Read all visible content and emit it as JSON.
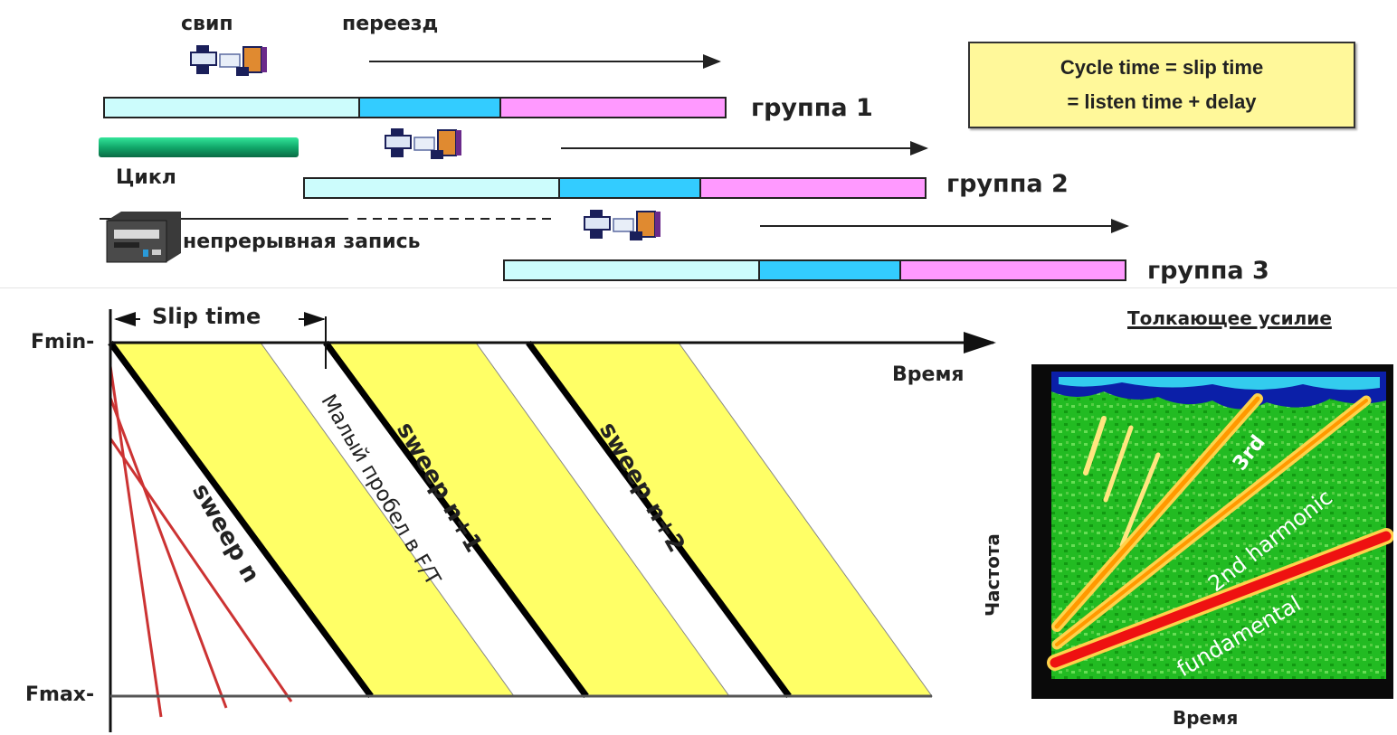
{
  "top_timeline": {
    "labels": {
      "sweep": "свип",
      "move": "переезд",
      "cycle": "Цикл",
      "continuous_recording": "непрерывная запись"
    },
    "groups": [
      {
        "label": "группа 1",
        "segments": [
          "sweep",
          "listen",
          "move"
        ]
      },
      {
        "label": "группа 2",
        "segments": [
          "sweep",
          "listen",
          "move"
        ]
      },
      {
        "label": "группа 3",
        "segments": [
          "sweep",
          "listen",
          "move"
        ]
      }
    ],
    "segment_colors": {
      "sweep": "#ccfcfc",
      "listen": "#33ccff",
      "move": "#ff99ff"
    },
    "cycle_bar_color": "#11a86a",
    "cycle_box": {
      "line1": "Cycle time = slip time",
      "line2": "= listen time + delay",
      "color": "#fff89a"
    }
  },
  "slip_diagram": {
    "slip_time_label": "Slip time",
    "fmin_label": "Fmin-",
    "fmax_label": "Fmax-",
    "time_axis_label": "Время",
    "sweeps": [
      "sweep n",
      "sweep n+1",
      "sweep n+2"
    ],
    "gap_label": "Малый пробел в F/T",
    "band_color": "#ffff66",
    "harmonic_line_color": "#cc3333"
  },
  "spectrogram": {
    "title": "Толкающее усилие",
    "ylabel": "Частота",
    "xlabel": "Время",
    "annotations": [
      "3rd",
      "2nd harmonic",
      "fundamental"
    ]
  }
}
